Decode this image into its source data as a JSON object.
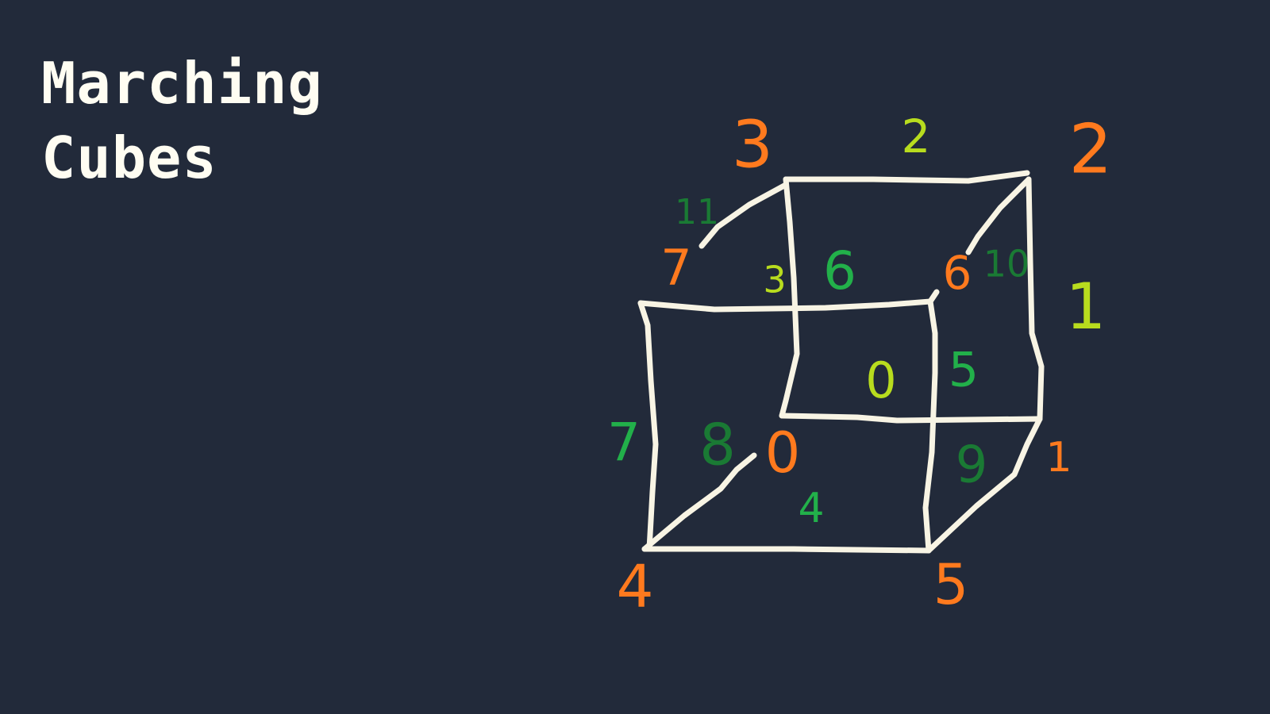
{
  "title": {
    "line1": "Marching",
    "line2": "Cubes"
  },
  "colors": {
    "background": "#222a3a",
    "edges": "#f8f4e4",
    "vertex_labels": "#ff7a1e",
    "edge_labels_lime": "#b8dc1e",
    "edge_labels_green": "#22b04a",
    "edge_labels_dark_green": "#1a7a34"
  },
  "diagram": {
    "vertex_labels": [
      "0",
      "1",
      "2",
      "3",
      "4",
      "5",
      "6",
      "7"
    ],
    "edge_labels": [
      "0",
      "1",
      "2",
      "3",
      "4",
      "5",
      "6",
      "7",
      "8",
      "9",
      "10",
      "11"
    ]
  }
}
